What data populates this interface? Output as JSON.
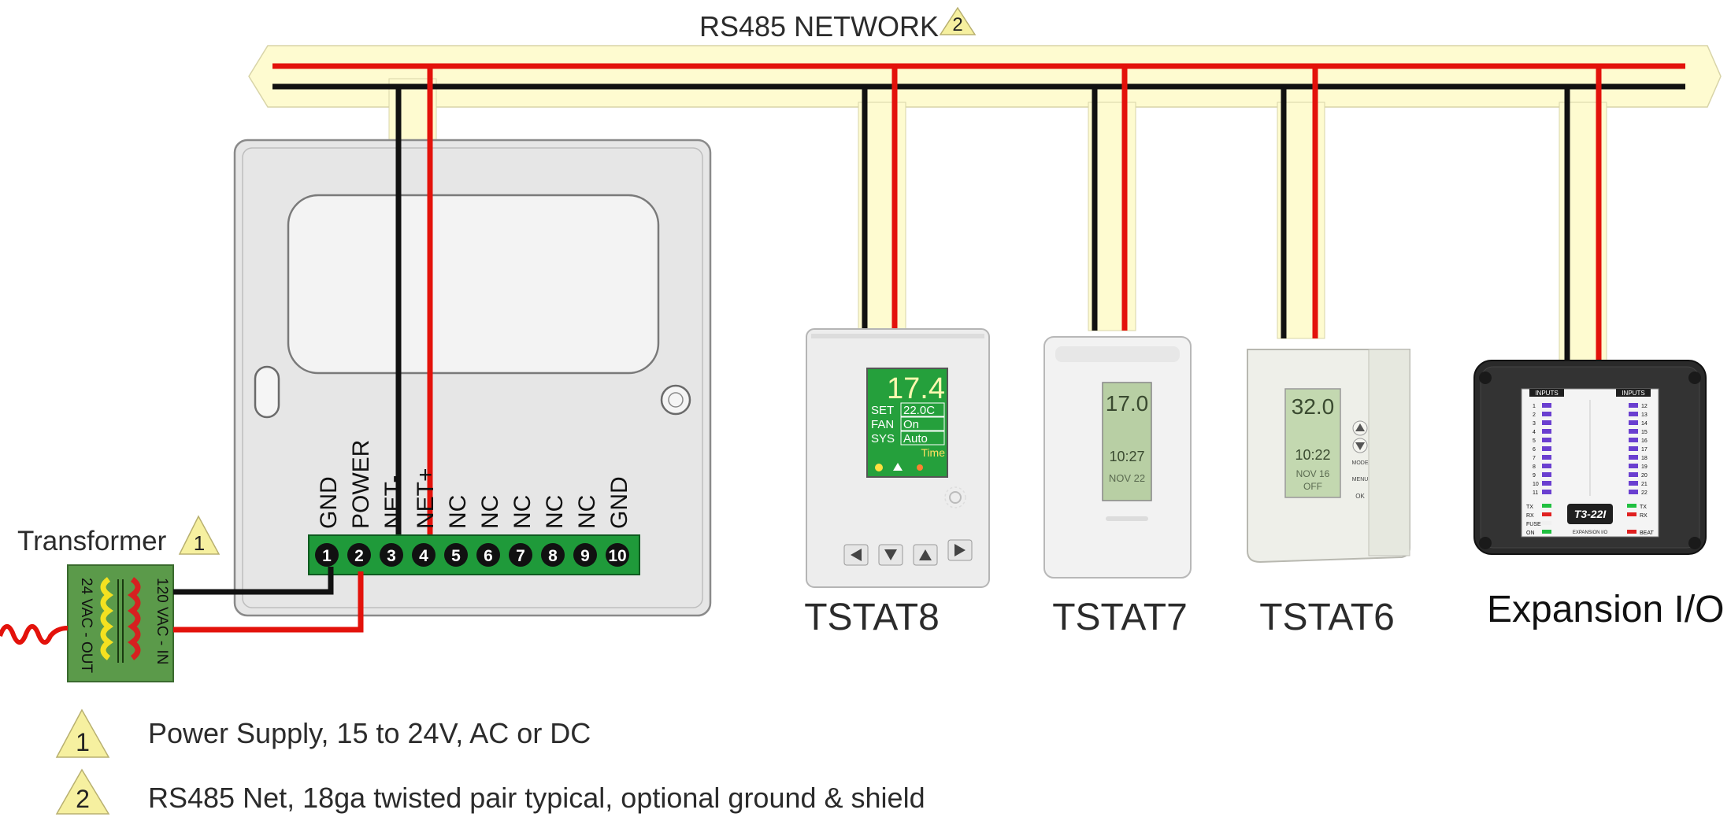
{
  "network": {
    "title": "RS485 NETWORK",
    "note_number": "2"
  },
  "transformer": {
    "label": "Transformer",
    "note_number": "1",
    "input_label": "120 VAC - IN",
    "output_label": "24 VAC - OUT"
  },
  "terminal_block": {
    "terminals": [
      {
        "number": "1",
        "label": "GND"
      },
      {
        "number": "2",
        "label": "POWER"
      },
      {
        "number": "3",
        "label": "NET-"
      },
      {
        "number": "4",
        "label": "NET+"
      },
      {
        "number": "5",
        "label": "NC"
      },
      {
        "number": "6",
        "label": "NC"
      },
      {
        "number": "7",
        "label": "NC"
      },
      {
        "number": "8",
        "label": "NC"
      },
      {
        "number": "9",
        "label": "NC"
      },
      {
        "number": "10",
        "label": "GND"
      }
    ]
  },
  "devices": [
    {
      "name": "TSTAT8"
    },
    {
      "name": "TSTAT7"
    },
    {
      "name": "TSTAT6"
    },
    {
      "name": "Expansion I/O"
    }
  ],
  "tstat8_display": {
    "temp": "17.4",
    "rows": [
      {
        "key": "SET",
        "value": "22.0C"
      },
      {
        "key": "FAN",
        "value": "On"
      },
      {
        "key": "SYS",
        "value": "Auto"
      }
    ],
    "footer": "Time"
  },
  "tstat7_display": {
    "temp": "17.0",
    "time": "10:27",
    "date": "NOV 22"
  },
  "tstat6_display": {
    "temp": "32.0",
    "time": "10:22",
    "date": "NOV 16",
    "status": "OFF"
  },
  "tstat6_buttons": {
    "mode": "MODE",
    "menu": "MENU",
    "ok": "OK"
  },
  "expansion_module": {
    "inputs_left_header": "INPUTS",
    "inputs_right_header": "INPUTS",
    "left_numbers": [
      "1",
      "2",
      "3",
      "4",
      "5",
      "6",
      "7",
      "8",
      "9",
      "10",
      "11"
    ],
    "right_numbers": [
      "12",
      "13",
      "14",
      "15",
      "16",
      "17",
      "18",
      "19",
      "20",
      "21",
      "22"
    ],
    "left_status": [
      "TX",
      "RX",
      "FUSE",
      "ON"
    ],
    "right_status": [
      "TX",
      "RX",
      "BEAT"
    ],
    "model": "T3-22I",
    "subtitle": "EXPANSION I/O"
  },
  "notes": [
    {
      "number": "1",
      "text": "Power Supply, 15 to 24V, AC or DC"
    },
    {
      "number": "2",
      "text": "RS485 Net, 18ga twisted pair typical, optional ground & shield"
    }
  ],
  "colors": {
    "net_band": "#fefbd0",
    "net_band_stroke": "#d8d4a8",
    "wire_red": "#e3120b",
    "wire_black": "#111111",
    "terminal_green": "#1f9a3a",
    "transformer_green": "#5b9a4a",
    "coil_red": "#d62020",
    "coil_yellow": "#f4e120",
    "note_triangle": "#f6f0a0",
    "plate_gray": "#e6e6e6",
    "lcd_green": "#25a03c",
    "lcd_pale": "#b8cfa4",
    "module_dark": "#2a2a2a"
  }
}
